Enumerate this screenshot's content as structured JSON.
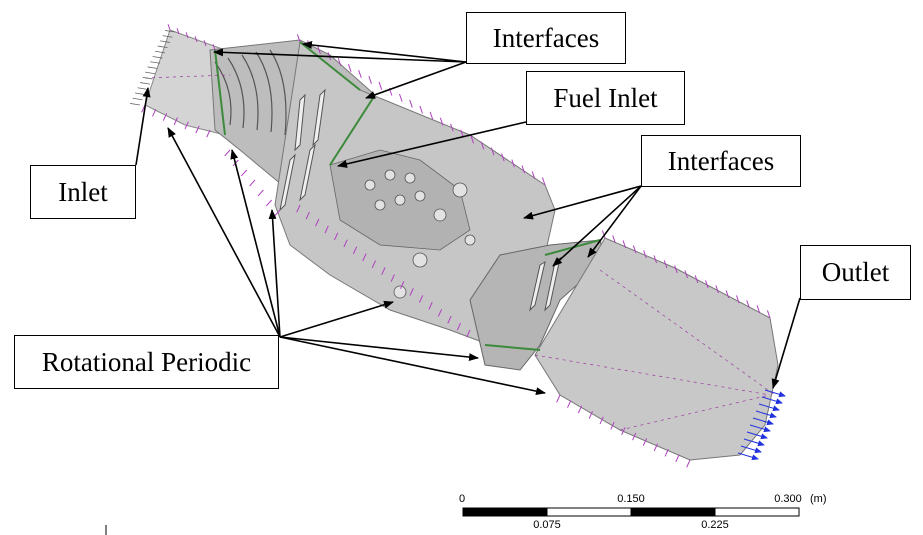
{
  "labels": {
    "interfaces_top": "Interfaces",
    "fuel_inlet": "Fuel Inlet",
    "interfaces_right": "Interfaces",
    "inlet": "Inlet",
    "outlet": "Outlet",
    "rotational_periodic": "Rotational Periodic"
  },
  "scale_bar": {
    "top_ticks": [
      "0",
      "0.150",
      "0.300"
    ],
    "bottom_ticks": [
      "0.075",
      "0.225"
    ],
    "unit": "(m)"
  },
  "colors": {
    "body_fill": "#c4c4c4",
    "body_dark": "#a8a8a8",
    "periodic_markers": "#b040c0",
    "outlet_vectors": "#2233dd",
    "interface_lines": "#3c8a3c"
  }
}
